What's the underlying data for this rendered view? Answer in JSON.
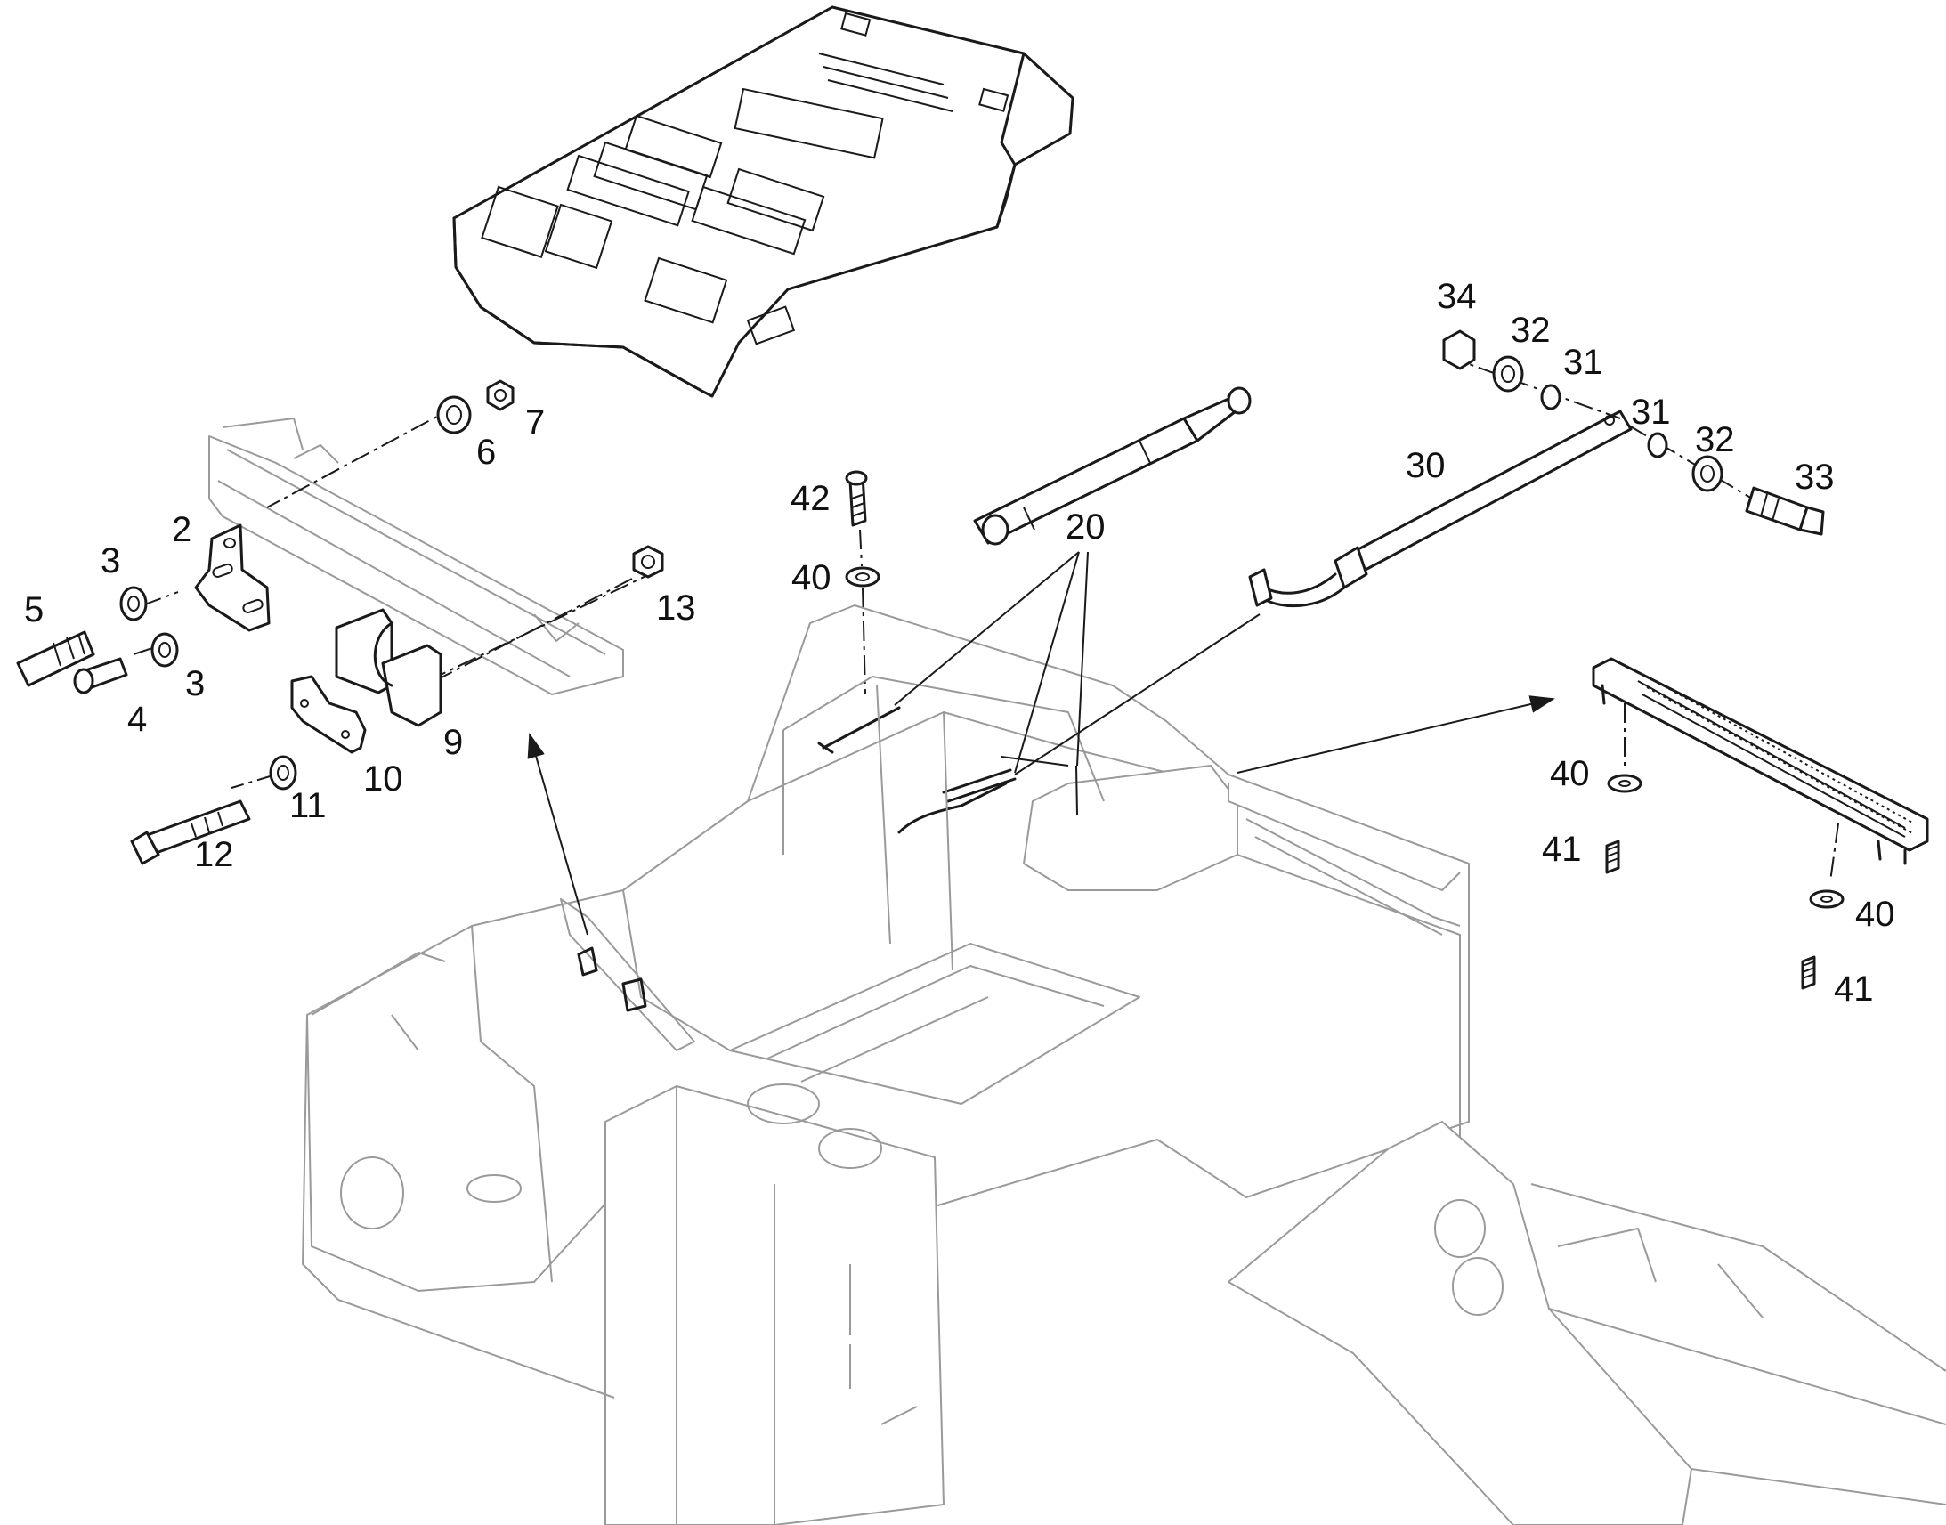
{
  "callouts": {
    "c2": "2",
    "c3a": "3",
    "c3b": "3",
    "c4": "4",
    "c5": "5",
    "c6": "6",
    "c7": "7",
    "c9": "9",
    "c10": "10",
    "c11": "11",
    "c12": "12",
    "c13": "13",
    "c20": "20",
    "c30": "30",
    "c31a": "31",
    "c31b": "31",
    "c32a": "32",
    "c32b": "32",
    "c33": "33",
    "c34": "34",
    "c40a": "40",
    "c40b": "40",
    "c40c": "40",
    "c41a": "41",
    "c41b": "41",
    "c42": "42"
  }
}
